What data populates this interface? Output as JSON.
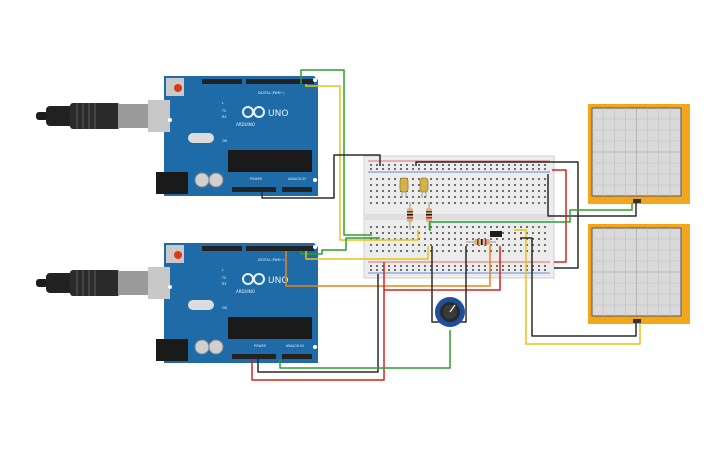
{
  "boards": [
    {
      "model": "UNO",
      "brand": "ARDUINO",
      "digital_label": "DIGITAL (PWM~)",
      "power_label": "POWER",
      "analog_label": "ANALOG IN",
      "tx": "TX",
      "rx": "RX",
      "l": "L",
      "on": "ON"
    },
    {
      "model": "UNO",
      "brand": "ARDUINO",
      "digital_label": "DIGITAL (PWM~)",
      "power_label": "POWER",
      "analog_label": "ANALOG IN",
      "tx": "TX",
      "rx": "RX",
      "l": "L",
      "on": "ON"
    }
  ],
  "colors": {
    "board": "#1f6ba8",
    "board_dark": "#17588d",
    "breadboard": "#ececec",
    "rail_red": "#e0403a",
    "rail_blue": "#3a6fd6",
    "wire_green": "#2e9e2e",
    "wire_yellow": "#e8c21a",
    "wire_red": "#d7221c",
    "wire_black": "#2a2a2a",
    "wire_orange": "#e6861a",
    "scope_frame": "#f3a51c",
    "scope_screen": "#d9d9d9",
    "pot_blue": "#1f4f9c"
  },
  "oscilloscopes": [
    {
      "name": "oscilloscope-top"
    },
    {
      "name": "oscilloscope-bottom"
    }
  ],
  "components": {
    "potentiometer": "potentiometer",
    "transistor": "transistor"
  }
}
